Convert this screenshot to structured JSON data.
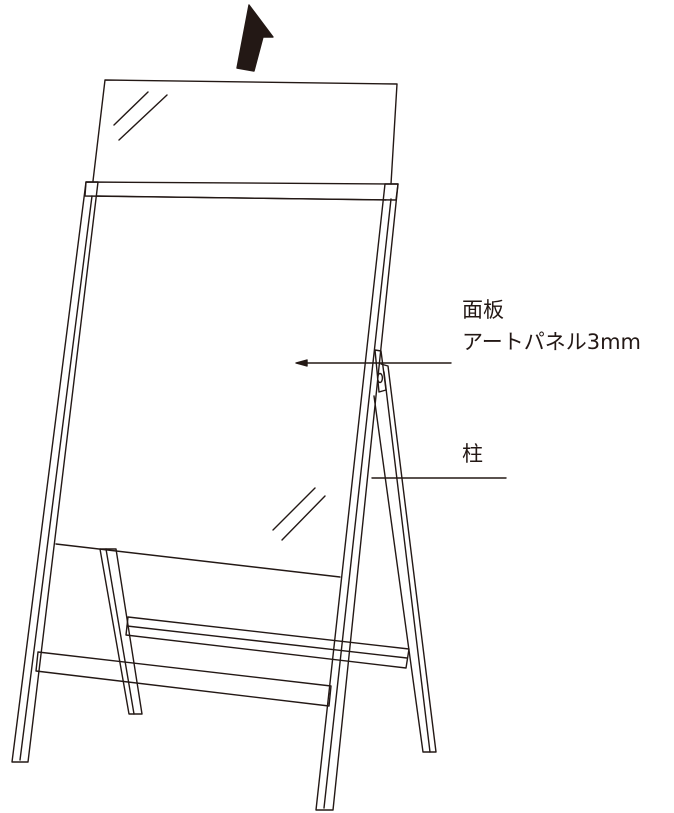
{
  "labels": {
    "panel_title": "面板",
    "panel_spec": "アートパネル3mm",
    "post": "柱"
  },
  "colors": {
    "line": "#231815",
    "arrow_fill": "#231815",
    "background": "#ffffff"
  },
  "icons": {
    "removal_arrow": "arrow-up-icon"
  }
}
